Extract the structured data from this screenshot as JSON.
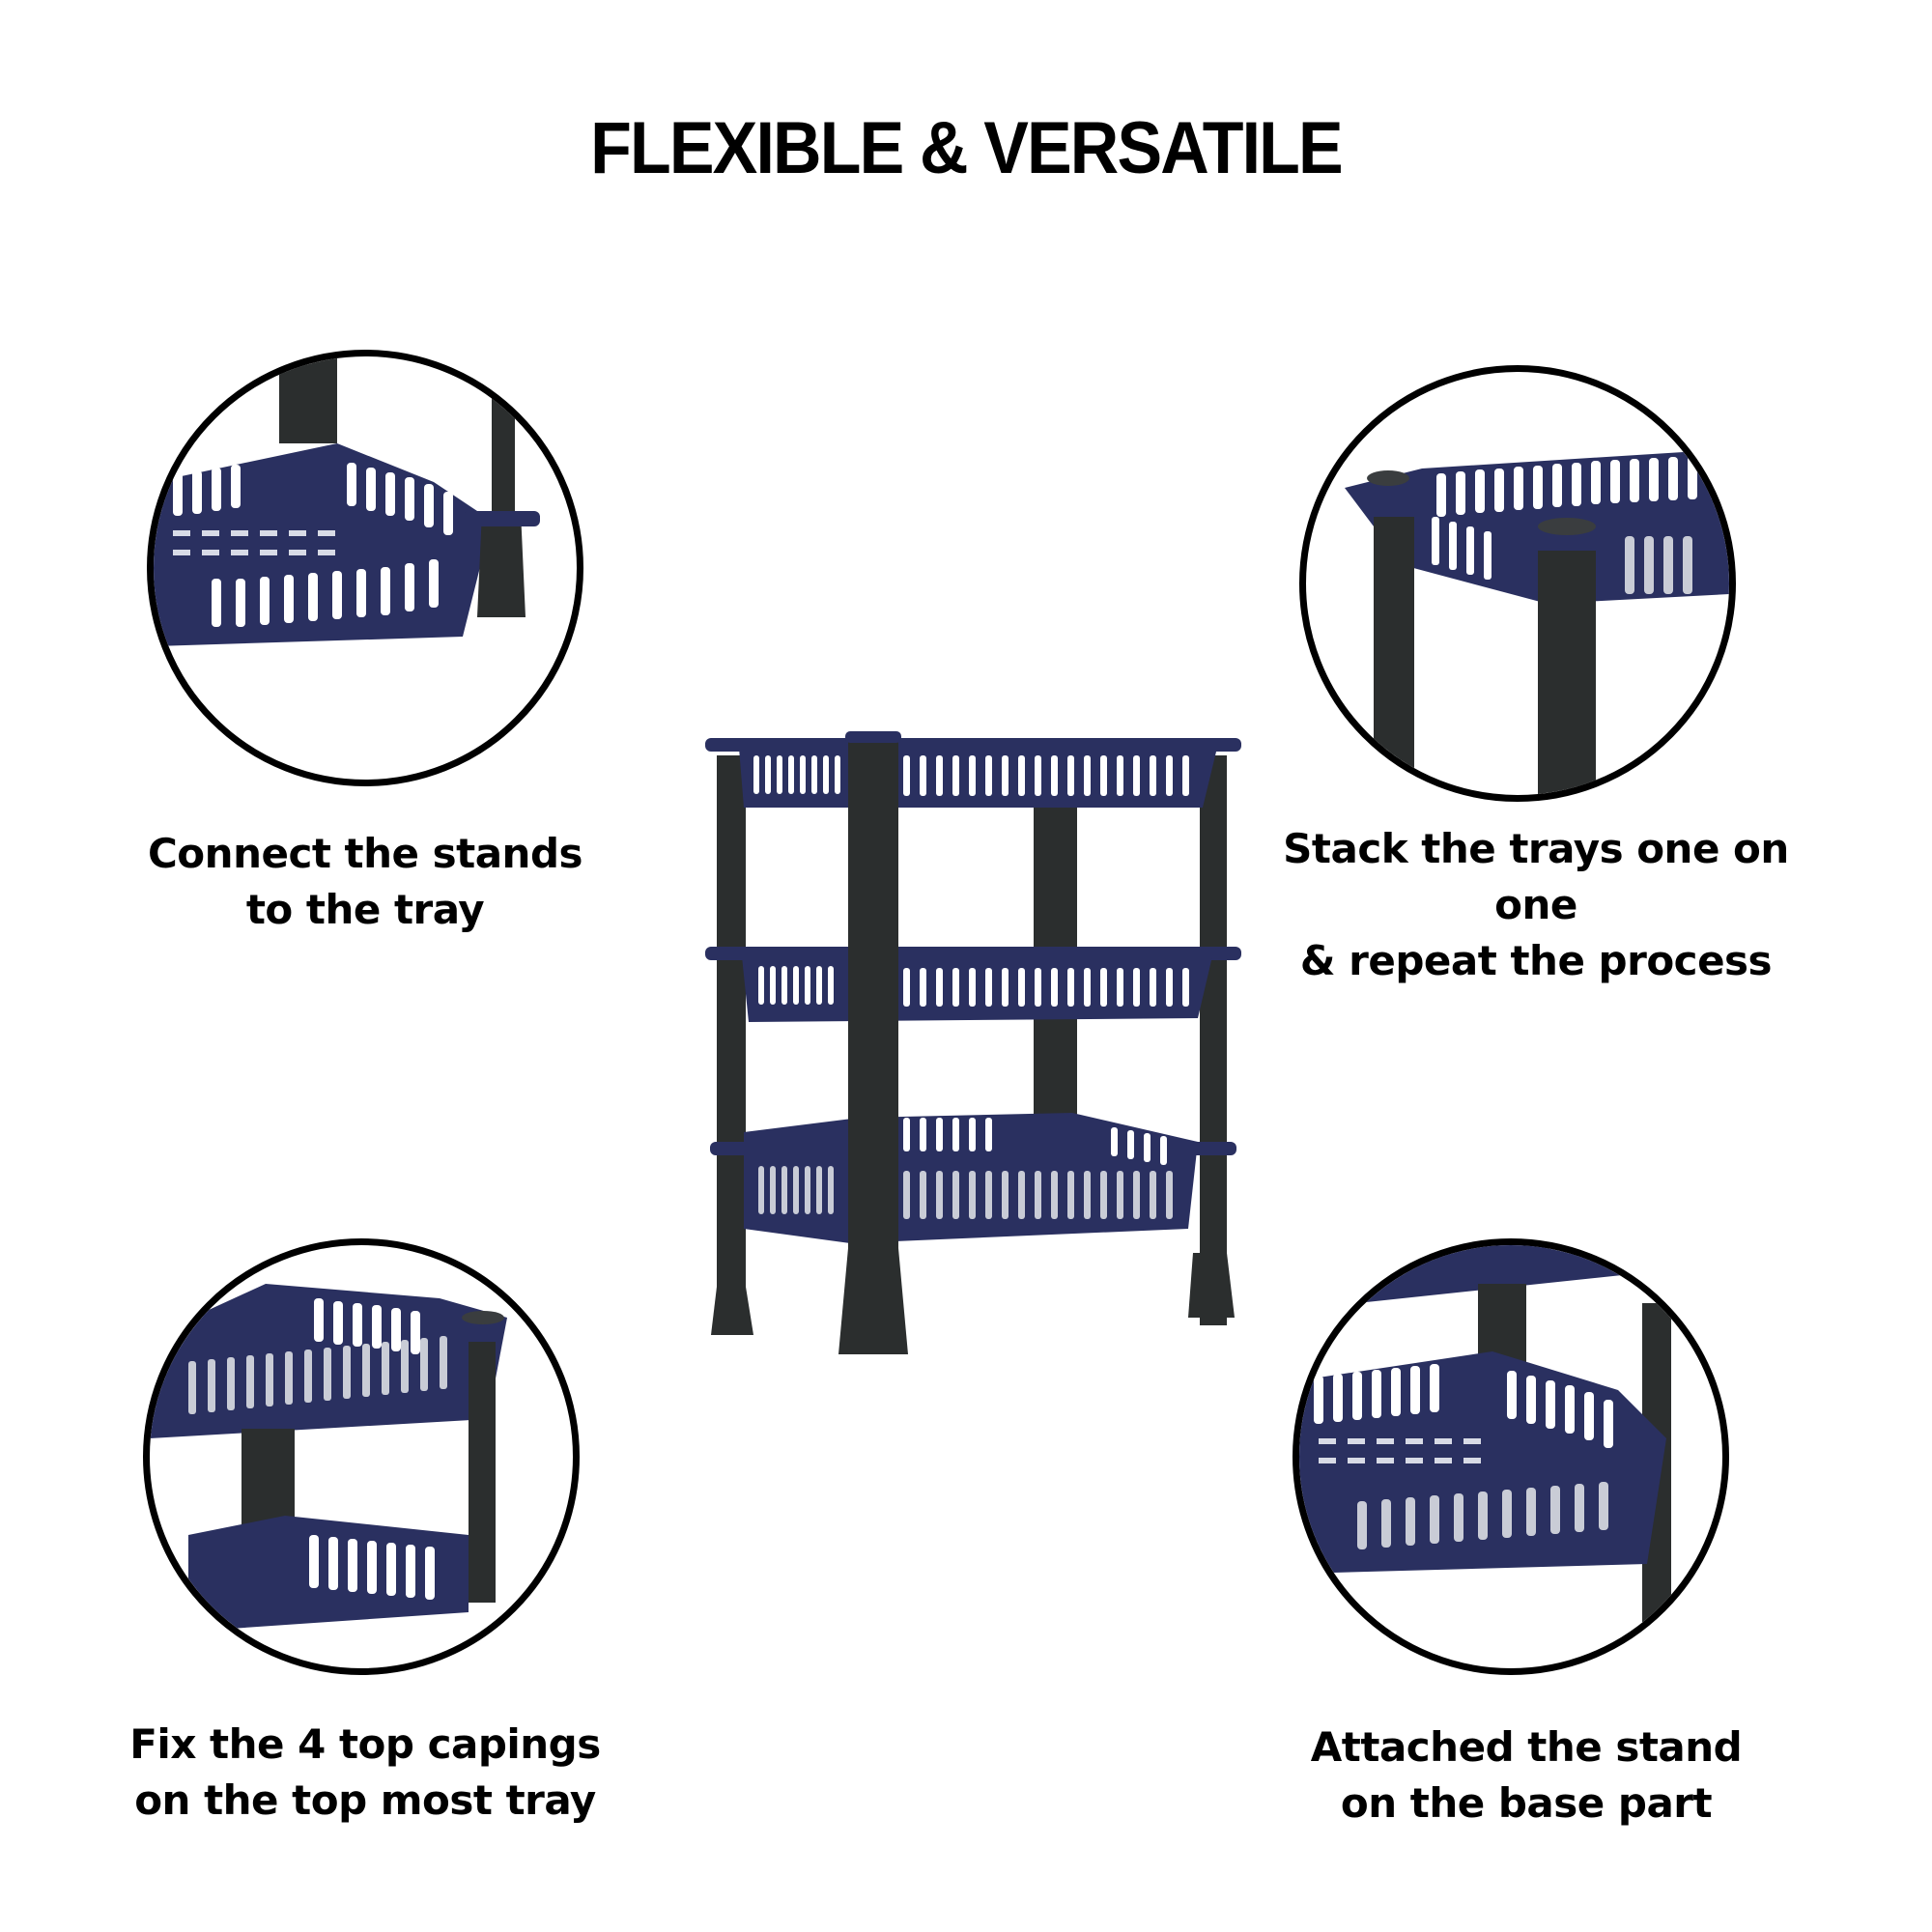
{
  "title": "FLEXIBLE & VERSATILE",
  "colors": {
    "tray": "#2a3060",
    "tray_dark": "#1d2248",
    "pole": "#2b2e2e",
    "border": "#000000",
    "background": "#ffffff"
  },
  "steps": [
    {
      "position": "top-left",
      "caption_line1": "Connect the stands",
      "caption_line2": "to the tray",
      "image": "tray-corner-with-stand-leg"
    },
    {
      "position": "top-right",
      "caption_line1": "Stack the trays one on one",
      "caption_line2": "& repeat the process",
      "image": "stacked-tray-corner-with-poles"
    },
    {
      "position": "bottom-left",
      "caption_line1": "Fix the 4 top capings",
      "caption_line2": "on the top most tray",
      "image": "top-tray-corner-with-cap"
    },
    {
      "position": "bottom-right",
      "caption_line1": "Attached the stand",
      "caption_line2": "on the base part",
      "image": "base-tray-corner-with-stand"
    }
  ],
  "product": {
    "name": "3-tier plastic storage rack",
    "tiers": 3
  }
}
